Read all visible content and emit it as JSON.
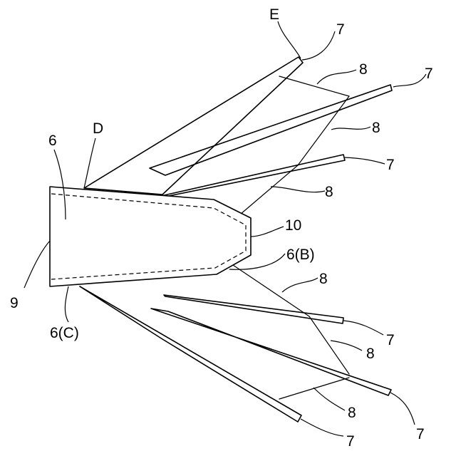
{
  "labels": {
    "E": "E",
    "D": "D",
    "six": "6",
    "six_b": "6(B)",
    "six_c": "6(C)",
    "nine": "9",
    "ten": "10",
    "seven": "7",
    "eight": "8"
  }
}
